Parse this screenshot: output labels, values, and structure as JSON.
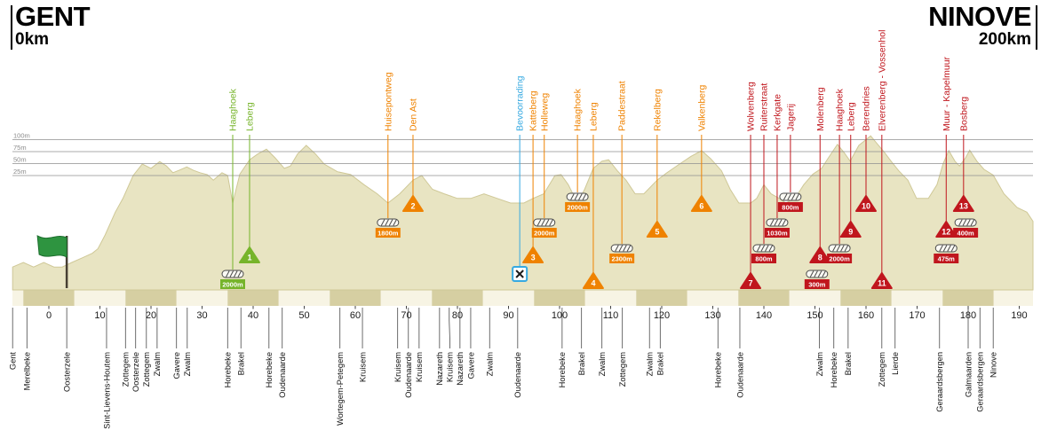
{
  "header": {
    "start_city": "GENT",
    "start_km": "0km",
    "finish_city": "NINOVE",
    "finish_km": "200km"
  },
  "chart_data": {
    "type": "area",
    "title": "Gent - Ninove race profile",
    "x_axis": {
      "unit": "km",
      "ticks": [
        0,
        10,
        20,
        30,
        40,
        50,
        60,
        70,
        80,
        90,
        100,
        110,
        120,
        130,
        140,
        150,
        160,
        170,
        180,
        190
      ]
    },
    "y_axis": {
      "unit": "m",
      "gridlines": [
        25,
        50,
        75,
        100
      ],
      "labels": [
        "25m",
        "50m",
        "75m",
        "100m"
      ]
    },
    "palette": {
      "green": "#76b42a",
      "orange": "#ef8200",
      "red": "#c0161d",
      "cyan": "#36a9e1",
      "terrain": "#e8e4c2",
      "terrain_edge": "#cfc897",
      "band_dark": "#d6cfa2",
      "band_light": "#f7f4e4",
      "grid": "#8f8f8f",
      "text": "#1a1a1a"
    },
    "profile": [
      [
        -7.1,
        5
      ],
      [
        -5,
        6
      ],
      [
        -3,
        5
      ],
      [
        -1,
        6
      ],
      [
        1,
        5
      ],
      [
        2.6,
        5
      ],
      [
        4.5,
        6
      ],
      [
        6.5,
        7
      ],
      [
        8.5,
        8
      ],
      [
        9.6,
        9
      ],
      [
        11,
        12
      ],
      [
        13,
        17
      ],
      [
        14.5,
        20
      ],
      [
        16.5,
        25
      ],
      [
        18.3,
        49
      ],
      [
        20,
        40
      ],
      [
        21.7,
        54
      ],
      [
        23,
        45
      ],
      [
        24.3,
        31
      ],
      [
        25.5,
        36
      ],
      [
        27,
        43
      ],
      [
        28.3,
        36
      ],
      [
        29.6,
        31
      ],
      [
        31,
        27
      ],
      [
        32.2,
        24
      ],
      [
        33.9,
        31
      ],
      [
        35,
        25
      ],
      [
        36,
        19
      ],
      [
        37.4,
        28
      ],
      [
        39.3,
        58
      ],
      [
        40.9,
        70
      ],
      [
        42.6,
        80
      ],
      [
        44.3,
        62
      ],
      [
        46.1,
        40
      ],
      [
        47.3,
        45
      ],
      [
        48.7,
        70
      ],
      [
        50.4,
        88
      ],
      [
        52.2,
        70
      ],
      [
        53.9,
        49
      ],
      [
        56.5,
        33
      ],
      [
        59.1,
        27
      ],
      [
        61.7,
        23
      ],
      [
        64.3,
        21
      ],
      [
        66.4,
        19
      ],
      [
        68.7,
        21
      ],
      [
        71.3,
        24
      ],
      [
        73,
        25
      ],
      [
        75.1,
        22
      ],
      [
        77.4,
        21
      ],
      [
        80,
        20
      ],
      [
        82.6,
        20
      ],
      [
        85.2,
        21
      ],
      [
        87.8,
        20
      ],
      [
        90.4,
        19
      ],
      [
        93,
        19
      ],
      [
        94.8,
        20
      ],
      [
        96.9,
        21
      ],
      [
        99.1,
        25
      ],
      [
        100.3,
        27
      ],
      [
        101.7,
        23
      ],
      [
        103.5,
        19
      ],
      [
        104.9,
        22
      ],
      [
        106.6,
        40
      ],
      [
        108.3,
        55
      ],
      [
        109.6,
        58
      ],
      [
        111.3,
        35
      ],
      [
        113,
        24
      ],
      [
        114.8,
        21
      ],
      [
        116.5,
        21
      ],
      [
        119.1,
        24
      ],
      [
        120.9,
        30
      ],
      [
        123.5,
        49
      ],
      [
        125.7,
        65
      ],
      [
        127.8,
        77
      ],
      [
        129.6,
        60
      ],
      [
        131.7,
        35
      ],
      [
        133.4,
        22
      ],
      [
        135.1,
        19
      ],
      [
        137.4,
        19
      ],
      [
        138.6,
        20
      ],
      [
        140,
        23
      ],
      [
        141.4,
        21
      ],
      [
        143,
        20
      ],
      [
        144.3,
        19
      ],
      [
        146.1,
        20
      ],
      [
        147.8,
        23
      ],
      [
        149.6,
        28
      ],
      [
        151.3,
        40
      ],
      [
        152.5,
        60
      ],
      [
        154.4,
        90
      ],
      [
        155.7,
        73
      ],
      [
        156.9,
        55
      ],
      [
        158.6,
        88
      ],
      [
        160,
        100
      ],
      [
        160.9,
        108
      ],
      [
        162.3,
        90
      ],
      [
        163.5,
        75
      ],
      [
        164.9,
        55
      ],
      [
        166.4,
        35
      ],
      [
        168.2,
        24
      ],
      [
        169.9,
        20
      ],
      [
        172.2,
        20
      ],
      [
        173.9,
        23
      ],
      [
        175.1,
        50
      ],
      [
        176.2,
        77
      ],
      [
        177.4,
        55
      ],
      [
        178.3,
        45
      ],
      [
        179.5,
        62
      ],
      [
        180.3,
        78
      ],
      [
        181.7,
        55
      ],
      [
        183.1,
        38
      ],
      [
        184.9,
        26
      ],
      [
        187,
        21
      ],
      [
        189.6,
        18
      ],
      [
        191.5,
        17
      ],
      [
        192.7,
        15
      ]
    ],
    "climbs": [
      {
        "n": 1,
        "name": "Leberg",
        "km": 39.3,
        "tier": "green",
        "row": 2
      },
      {
        "n": 2,
        "name": "Den Ast",
        "km": 71.3,
        "tier": "orange",
        "row": 0
      },
      {
        "n": 3,
        "name": "Katteberg",
        "km": 94.8,
        "tier": "orange",
        "row": 2
      },
      {
        "n": 4,
        "name": "Leberg",
        "km": 106.6,
        "tier": "orange",
        "row": 3
      },
      {
        "n": 5,
        "name": "Rekelberg",
        "km": 119.1,
        "tier": "orange",
        "row": 1
      },
      {
        "n": 6,
        "name": "Valkenberg",
        "km": 127.8,
        "tier": "orange",
        "row": 0
      },
      {
        "n": 7,
        "name": "Wolvenberg",
        "km": 137.4,
        "tier": "red",
        "row": 3
      },
      {
        "n": 8,
        "name": "Molenberg",
        "km": 151.0,
        "tier": "red",
        "row": 2
      },
      {
        "n": 9,
        "name": "Leberg",
        "km": 157.0,
        "tier": "red",
        "row": 1
      },
      {
        "n": 10,
        "name": "Berendries",
        "km": 160.0,
        "tier": "red",
        "row": 0
      },
      {
        "n": 11,
        "name": "Elverenberg - Vossenhol",
        "km": 163.1,
        "tier": "red",
        "row": 3
      },
      {
        "n": 12,
        "name": "Muur - Kapelmuur",
        "km": 175.7,
        "tier": "red",
        "row": 1
      },
      {
        "n": 13,
        "name": "Bosberg",
        "km": 179.1,
        "tier": "red",
        "row": 0
      }
    ],
    "cobbled_sectors": [
      {
        "name": "Haaghoek",
        "length": "2000m",
        "km": 36.0,
        "tier": "green",
        "row": 3,
        "label": true
      },
      {
        "name": "Huisepontweg",
        "length": "1800m",
        "km": 66.4,
        "tier": "orange",
        "row": 1,
        "label": true
      },
      {
        "name": "Holleweg",
        "length": "2000m",
        "km": 97.0,
        "tier": "orange",
        "row": 1,
        "label": true
      },
      {
        "name": "Haaghoek",
        "length": "2000m",
        "km": 103.5,
        "tier": "orange",
        "row": 0,
        "label": true
      },
      {
        "name": "Paddestraat",
        "length": "2300m",
        "km": 112.2,
        "tier": "orange",
        "row": 2,
        "label": true
      },
      {
        "name": "Ruiterstraat",
        "length": "800m",
        "km": 140.0,
        "tier": "red",
        "row": 2,
        "label": true
      },
      {
        "name": "Kerkgate",
        "length": "1030m",
        "km": 142.6,
        "tier": "red",
        "row": 1,
        "label": true
      },
      {
        "name": "Jagerij",
        "length": "800m",
        "km": 145.2,
        "tier": "red",
        "row": 0,
        "label": true
      },
      {
        "name": "Molenberg",
        "length": "300m",
        "km": 150.4,
        "tier": "red",
        "row": 3,
        "label": false
      },
      {
        "name": "Haaghoek",
        "length": "2000m",
        "km": 154.8,
        "tier": "red",
        "row": 2,
        "label": true
      },
      {
        "name": "Muur - Kapelmuur",
        "length": "475m",
        "km": 175.7,
        "tier": "red",
        "row": 2,
        "label": false
      },
      {
        "name": "Bosberg",
        "length": "400m",
        "km": 179.5,
        "tier": "red",
        "row": 1,
        "label": false
      }
    ],
    "feed_zone": {
      "name": "Bevoorrading",
      "km": 92.2,
      "tier": "cyan",
      "row": 3
    },
    "start_flag_km": 3.5,
    "towns": [
      {
        "name": "Gent",
        "km": -7.1
      },
      {
        "name": "Merelbeke",
        "km": -4.3
      },
      {
        "name": "Oosterzele",
        "km": 3.5
      },
      {
        "name": "Sint-Lievens-Houtem",
        "km": 11.3
      },
      {
        "name": "Zottegem",
        "km": 15.0
      },
      {
        "name": "Oosterzele",
        "km": 17.0
      },
      {
        "name": "Zottegem",
        "km": 19.1
      },
      {
        "name": "Zwalm",
        "km": 21.2
      },
      {
        "name": "Gavere",
        "km": 25.0
      },
      {
        "name": "Zwalm",
        "km": 27.1
      },
      {
        "name": "Horebeke",
        "km": 35.0
      },
      {
        "name": "Brakel",
        "km": 37.6
      },
      {
        "name": "Horebeke",
        "km": 43.1
      },
      {
        "name": "Oudenaarde",
        "km": 45.7
      },
      {
        "name": "Wortegem-Petegem",
        "km": 57.0
      },
      {
        "name": "Kruisem",
        "km": 61.4
      },
      {
        "name": "Kruisem",
        "km": 68.3
      },
      {
        "name": "Oudenaarde",
        "km": 70.4
      },
      {
        "name": "Kruisem",
        "km": 72.5
      },
      {
        "name": "Nazareth",
        "km": 76.5
      },
      {
        "name": "Kruisem",
        "km": 78.4
      },
      {
        "name": "Nazareth",
        "km": 80.5
      },
      {
        "name": "Gavere",
        "km": 82.6
      },
      {
        "name": "Zwalm",
        "km": 86.3
      },
      {
        "name": "Oudenaarde",
        "km": 91.8
      },
      {
        "name": "Horebeke",
        "km": 100.5
      },
      {
        "name": "Brakel",
        "km": 104.3
      },
      {
        "name": "Zwalm",
        "km": 108.3
      },
      {
        "name": "Zottegem",
        "km": 112.3
      },
      {
        "name": "Zwalm",
        "km": 117.6
      },
      {
        "name": "Brakel",
        "km": 119.7
      },
      {
        "name": "Horebeke",
        "km": 131.0
      },
      {
        "name": "Oudenaarde",
        "km": 135.3
      },
      {
        "name": "Zwalm",
        "km": 150.9
      },
      {
        "name": "Horebeke",
        "km": 153.7
      },
      {
        "name": "Brakel",
        "km": 156.5
      },
      {
        "name": "Zottegem",
        "km": 163.1
      },
      {
        "name": "Lierde",
        "km": 165.7
      },
      {
        "name": "Geraardsbergen",
        "km": 174.4
      },
      {
        "name": "Galmaarden",
        "km": 180.0
      },
      {
        "name": "Geraardsbergen",
        "km": 182.3
      },
      {
        "name": "Ninove",
        "km": 184.9
      }
    ]
  }
}
